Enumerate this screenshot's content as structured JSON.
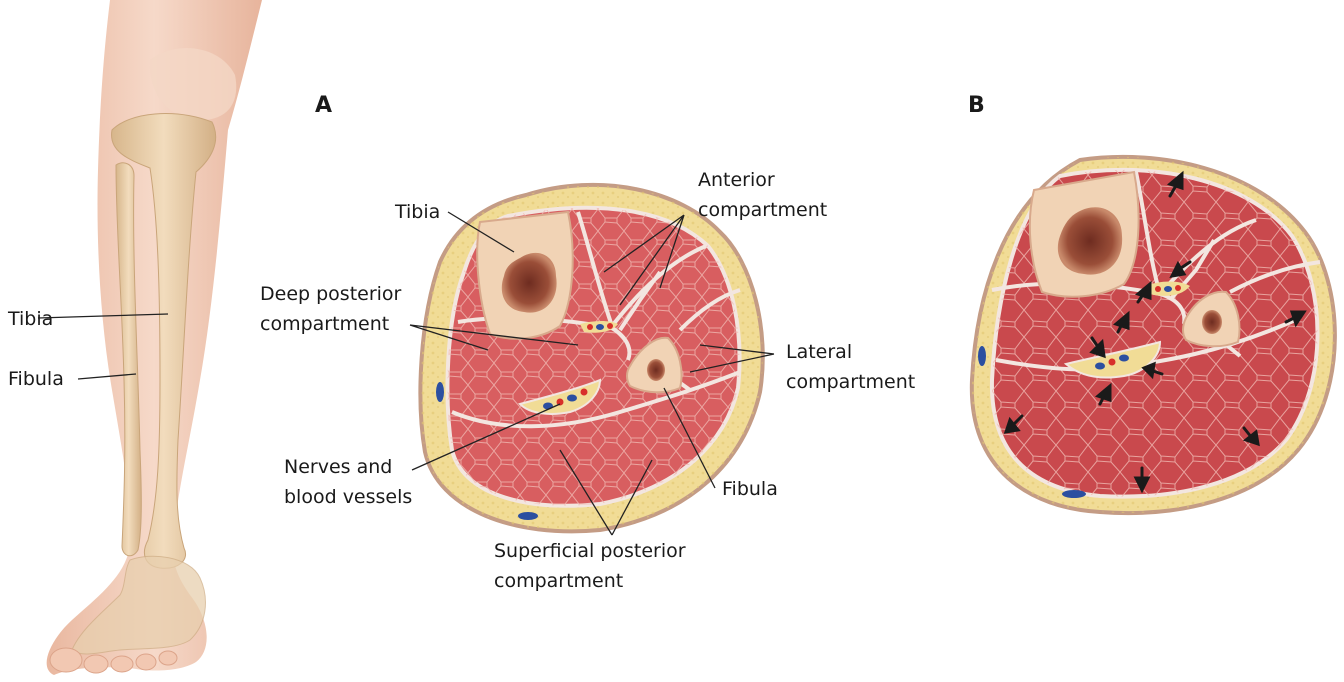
{
  "panels": {
    "a": "A",
    "b": "B"
  },
  "leg_labels": {
    "tibia": "Tibia",
    "fibula": "Fibula"
  },
  "section_labels": {
    "tibia": "Tibia",
    "anterior_1": "Anterior",
    "anterior_2": "compartment",
    "deep_posterior_1": "Deep posterior",
    "deep_posterior_2": "compartment",
    "lateral_1": "Lateral",
    "lateral_2": "compartment",
    "nerves_1": "Nerves and",
    "nerves_2": "blood vessels",
    "fibula": "Fibula",
    "superficial_1": "Superficial posterior",
    "superficial_2": "compartment"
  },
  "colors": {
    "skin": "#c49c85",
    "fat": "#f1dc96",
    "muscle": "#d85e60",
    "muscle_swollen": "#c9494d",
    "fascia": "#f3e6e0",
    "bone": "#f1d3b5",
    "marrow": "#8a4030",
    "artery": "#d8302a",
    "vein": "#2c4fa0",
    "leg_skin": "#f0cbb6",
    "leg_bone": "#e4c7a0"
  }
}
